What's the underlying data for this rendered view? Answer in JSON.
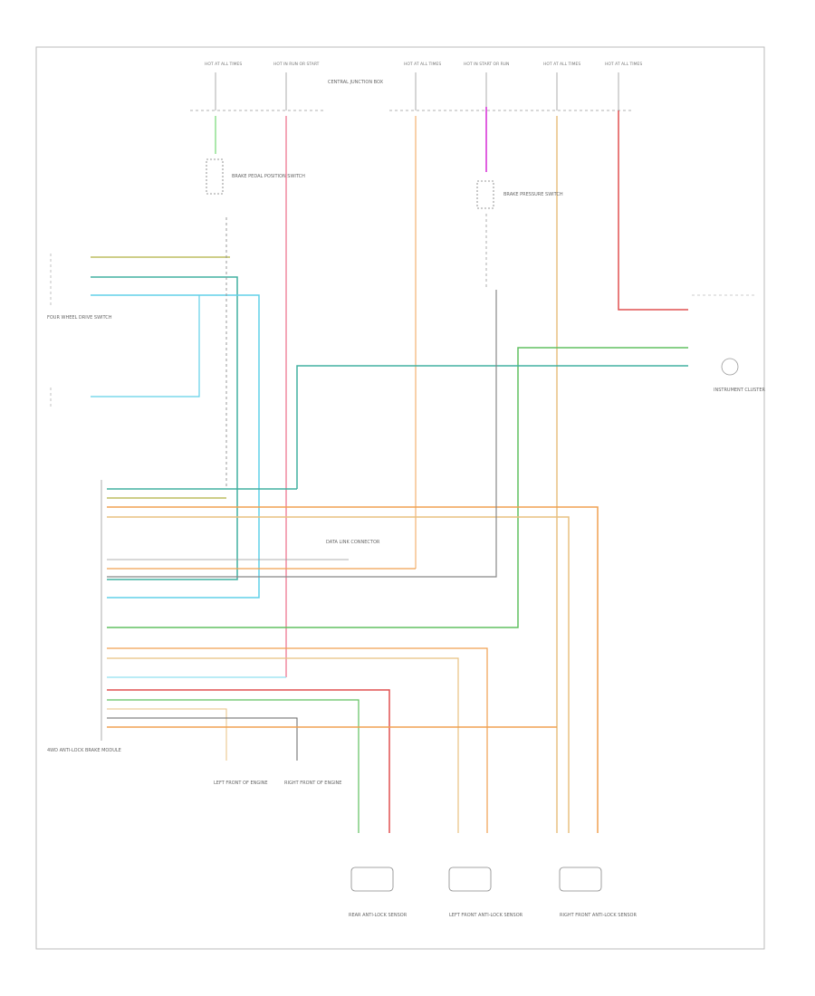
{
  "diagram": {
    "footer_code": "",
    "fuse_labels": [
      "HOT AT ALL TIMES",
      "HOT IN RUN OR START",
      "HOT AT ALL TIMES",
      "HOT IN START OR RUN",
      "HOT AT ALL TIMES",
      "HOT AT ALL TIMES"
    ],
    "components": {
      "central_junction": "CENTRAL JUNCTION BOX",
      "brake_switch": "BRAKE PEDAL POSITION SWITCH",
      "brake_pressure_switch": "BRAKE PRESSURE SWITCH",
      "four_wd_switch": "FOUR WHEEL DRIVE SWITCH",
      "instrument_cluster": "INSTRUMENT CLUSTER",
      "abs_module": "4WD ANTI-LOCK BRAKE MODULE",
      "data_link": "DATA LINK CONNECTOR",
      "sensor_rear": "REAR ANTI-LOCK SENSOR",
      "sensor_lf": "LEFT FRONT ANTI-LOCK SENSOR",
      "sensor_rf": "RIGHT FRONT ANTI-LOCK SENSOR",
      "ground_1": "LEFT FRONT OF ENGINE",
      "ground_2": "RIGHT FRONT OF ENGINE"
    },
    "colors": {
      "red": "#e05050",
      "pink": "#f08aa0",
      "orange": "#f0a050",
      "tan": "#e8c080",
      "green": "#60c060",
      "lightblue": "#60d0e8",
      "teal": "#40b0a0",
      "gray": "#888888",
      "magenta": "#e060e0",
      "olive": "#b0b040",
      "lightgreen": "#90e090"
    }
  }
}
